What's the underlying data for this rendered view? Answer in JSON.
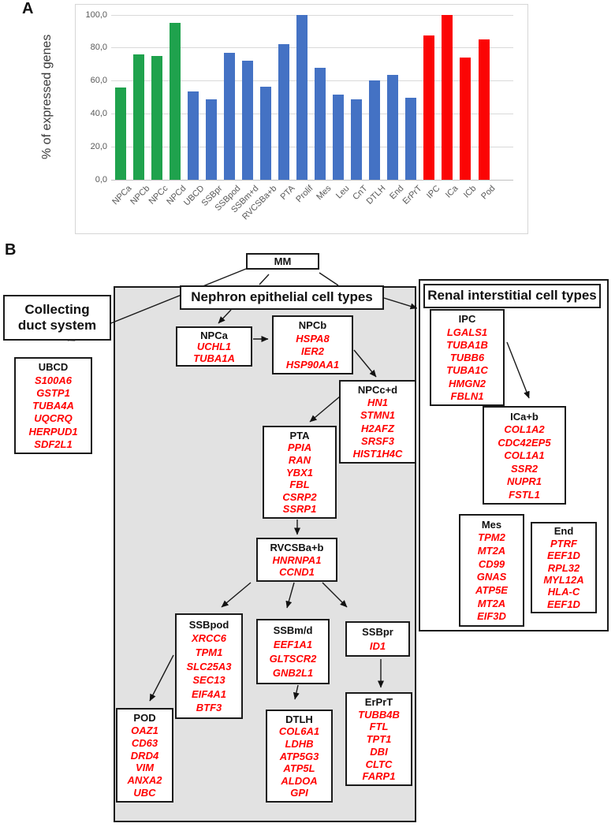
{
  "figure": {
    "panel_a_label": "A",
    "panel_b_label": "B"
  },
  "chart_data": {
    "type": "bar",
    "title": "",
    "xlabel": "",
    "ylabel": "% of expressed genes",
    "ylim": [
      0,
      100
    ],
    "grid": true,
    "legend": false,
    "yticks": [
      {
        "value": 0,
        "label": "0,0"
      },
      {
        "value": 20,
        "label": "20,0"
      },
      {
        "value": 40,
        "label": "40,0"
      },
      {
        "value": 60,
        "label": "60,0"
      },
      {
        "value": 80,
        "label": "80,0"
      },
      {
        "value": 100,
        "label": "100,0"
      }
    ],
    "categories": [
      "NPCa",
      "NPCb",
      "NPCc",
      "NPCd",
      "UBCD",
      "SSBpr",
      "SSBpod",
      "SSBm+d",
      "RVCSBa+b",
      "PTA",
      "Prolif",
      "Mes",
      "Leu",
      "CnT",
      "DTLH",
      "End",
      "ErPrT",
      "IPC",
      "ICa",
      "ICb",
      "Pod"
    ],
    "values": [
      56,
      76,
      75,
      95,
      53.5,
      48.5,
      77,
      72,
      56.5,
      82,
      100,
      68,
      51.5,
      48.5,
      60,
      63.5,
      49.5,
      87.5,
      100,
      74,
      85
    ],
    "bar_color_keys": [
      "green",
      "green",
      "green",
      "green",
      "blue",
      "blue",
      "blue",
      "blue",
      "blue",
      "blue",
      "blue",
      "blue",
      "blue",
      "blue",
      "blue",
      "blue",
      "blue",
      "red",
      "red",
      "red",
      "red"
    ],
    "palette": {
      "green": "#1FA24D",
      "blue": "#4472C4",
      "red": "#FB0505"
    }
  },
  "diagram": {
    "root_label": "MM",
    "section_labels": {
      "collecting": "Collecting\nduct system",
      "nephron": "Nephron epithelial cell types",
      "renal": "Renal interstitial cell types"
    },
    "gene_color": "#FF0000",
    "boxes": [
      {
        "id": "UBCD",
        "title": "UBCD",
        "genes": [
          "S100A6",
          "GSTP1",
          "TUBA4A",
          "UQCRQ",
          "HERPUD1",
          "SDF2L1"
        ]
      },
      {
        "id": "NPCa",
        "title": "NPCa",
        "genes": [
          "UCHL1",
          "TUBA1A"
        ]
      },
      {
        "id": "NPCb",
        "title": "NPCb",
        "genes": [
          "HSPA8",
          "IER2",
          "HSP90AA1"
        ]
      },
      {
        "id": "NPCc+d",
        "title": "NPCc+d",
        "genes": [
          "HN1",
          "STMN1",
          "H2AFZ",
          "SRSF3",
          "HIST1H4C"
        ]
      },
      {
        "id": "PTA",
        "title": "PTA",
        "genes": [
          "PPIA",
          "RAN",
          "YBX1",
          "FBL",
          "CSRP2",
          "SSRP1"
        ]
      },
      {
        "id": "RVCSBa+b",
        "title": "RVCSBa+b",
        "genes": [
          "HNRNPA1",
          "CCND1"
        ]
      },
      {
        "id": "SSBpod",
        "title": "SSBpod",
        "genes": [
          "XRCC6",
          "TPM1",
          "SLC25A3",
          "SEC13",
          "EIF4A1",
          "BTF3"
        ]
      },
      {
        "id": "SSBm/d",
        "title": "SSBm/d",
        "genes": [
          "EEF1A1",
          "GLTSCR2",
          "GNB2L1"
        ]
      },
      {
        "id": "SSBpr",
        "title": "SSBpr",
        "genes": [
          "ID1"
        ]
      },
      {
        "id": "POD",
        "title": "POD",
        "genes": [
          "OAZ1",
          "CD63",
          "DRD4",
          "VIM",
          "ANXA2",
          "UBC"
        ]
      },
      {
        "id": "DTLH",
        "title": "DTLH",
        "genes": [
          "COL6A1",
          "LDHB",
          "ATP5G3",
          "ATP5L",
          "ALDOA",
          "GPI"
        ]
      },
      {
        "id": "ErPrT",
        "title": "ErPrT",
        "genes": [
          "TUBB4B",
          "FTL",
          "TPT1",
          "DBI",
          "CLTC",
          "FARP1"
        ]
      },
      {
        "id": "IPC",
        "title": "IPC",
        "genes": [
          "LGALS1",
          "TUBA1B",
          "TUBB6",
          "TUBA1C",
          "HMGN2",
          "FBLN1"
        ]
      },
      {
        "id": "ICa+b",
        "title": "ICa+b",
        "genes": [
          "COL1A2",
          "CDC42EP5",
          "COL1A1",
          "SSR2",
          "NUPR1",
          "FSTL1"
        ]
      },
      {
        "id": "Mes",
        "title": "Mes",
        "genes": [
          "TPM2",
          "MT2A",
          "CD99",
          "GNAS",
          "ATP5E",
          "MT2A",
          "EIF3D"
        ]
      },
      {
        "id": "End",
        "title": "End",
        "genes": [
          "PTRF",
          "EEF1D",
          "RPL32",
          "MYL12A",
          "HLA-C",
          "EEF1D"
        ]
      }
    ],
    "connections": [
      {
        "from": "MM",
        "to": "UBCD"
      },
      {
        "from": "MM",
        "to": "Nephron epithelial cell types"
      },
      {
        "from": "MM",
        "to": "Renal interstitial cell types"
      },
      {
        "from": "Nephron epithelial cell types",
        "to": "NPCa"
      },
      {
        "from": "NPCa",
        "to": "NPCb"
      },
      {
        "from": "NPCb",
        "to": "NPCc+d"
      },
      {
        "from": "NPCc+d",
        "to": "PTA"
      },
      {
        "from": "PTA",
        "to": "RVCSBa+b"
      },
      {
        "from": "RVCSBa+b",
        "to": "SSBpod"
      },
      {
        "from": "RVCSBa+b",
        "to": "SSBm/d"
      },
      {
        "from": "RVCSBa+b",
        "to": "SSBpr"
      },
      {
        "from": "SSBpod",
        "to": "POD"
      },
      {
        "from": "SSBm/d",
        "to": "DTLH"
      },
      {
        "from": "SSBpr",
        "to": "ErPrT"
      },
      {
        "from": "IPC",
        "to": "ICa+b"
      }
    ]
  }
}
